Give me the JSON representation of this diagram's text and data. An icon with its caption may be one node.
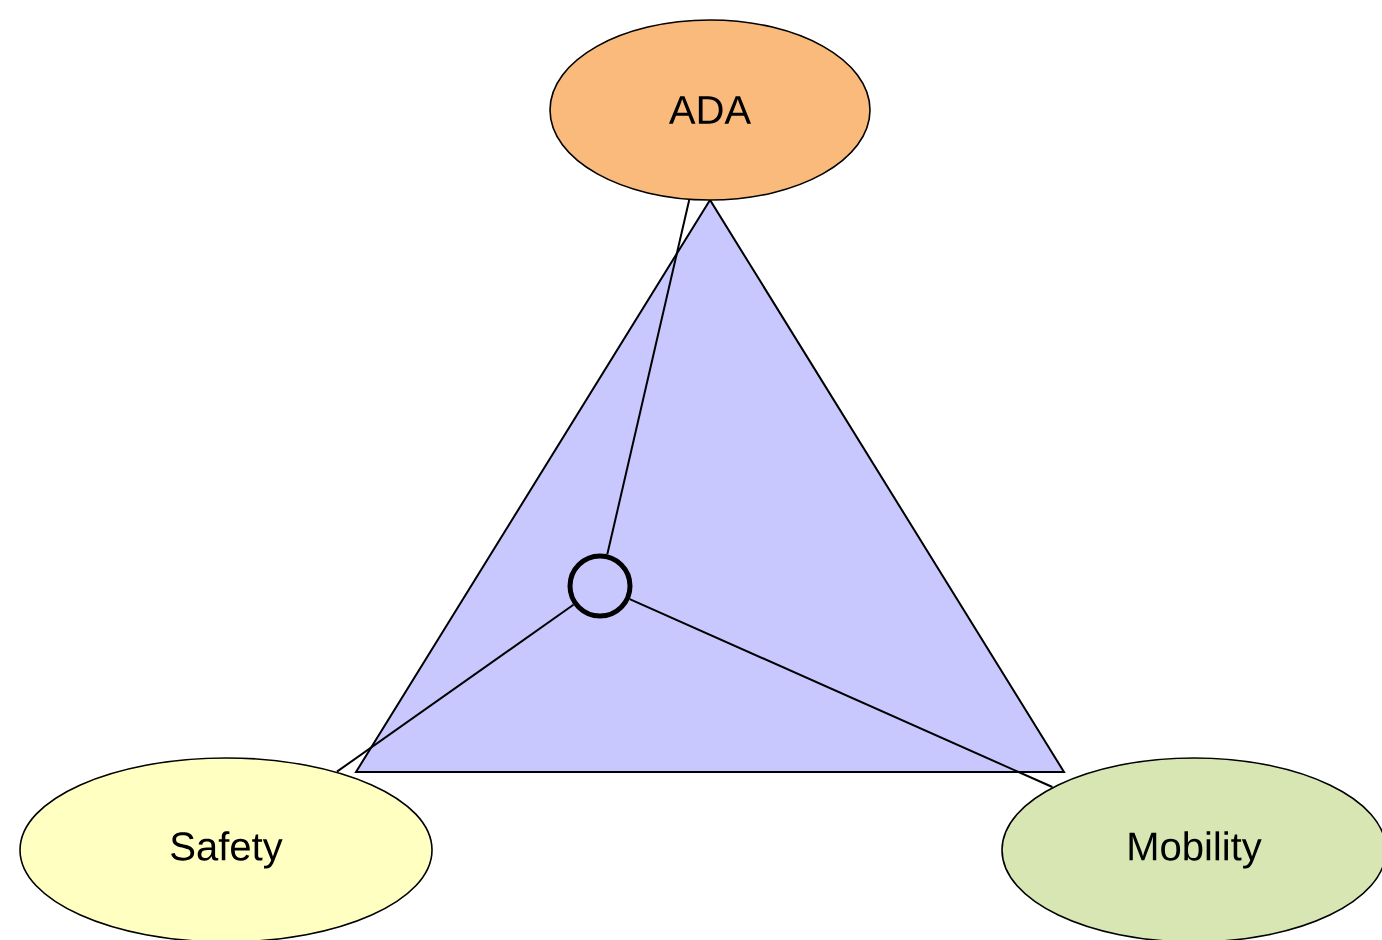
{
  "diagram": {
    "nodes": [
      {
        "text": [
          "ADA"
        ]
      },
      {
        "text": [],
        "shape": "circle"
      },
      {
        "text": [
          "Safety"
        ]
      },
      {
        "text": [
          "Mobility"
        ]
      }
    ],
    "edges": [
      {
        "from": 1,
        "to": 0,
        "arrow": "none"
      },
      {
        "from": 1,
        "to": 2,
        "arrow": "none"
      },
      {
        "from": 1,
        "to": 3,
        "arrow": "none"
      }
    ]
  }
}
